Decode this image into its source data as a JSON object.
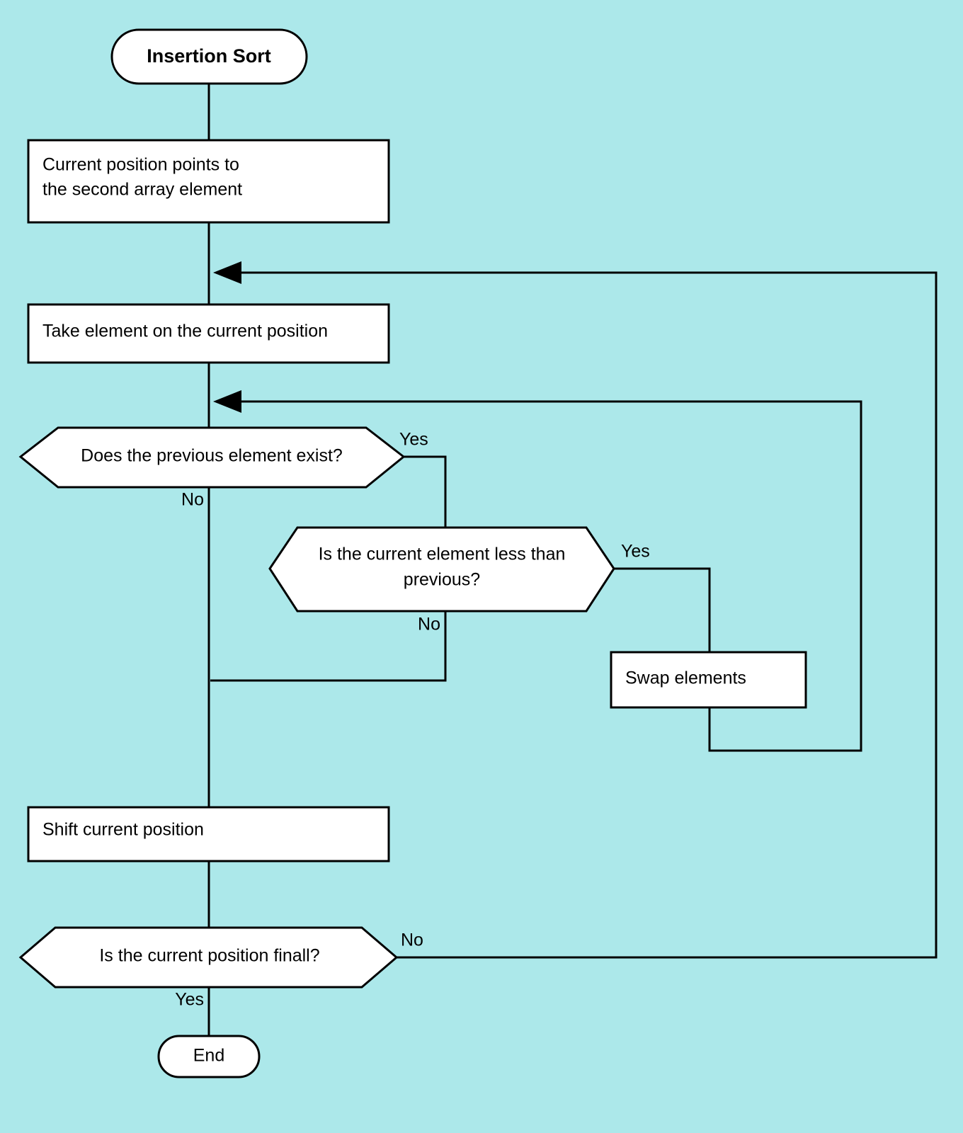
{
  "diagram": {
    "title": "Insertion Sort",
    "background_color": "#ace8ea",
    "node_fill": "#ffffff",
    "stroke_color": "#000000",
    "type": "flowchart"
  },
  "nodes": {
    "start": {
      "label": "Insertion Sort",
      "shape": "stadium"
    },
    "init": {
      "line1": "Current position points to",
      "line2": "the second array element",
      "shape": "rectangle"
    },
    "take": {
      "label": "Take element on the current position",
      "shape": "rectangle"
    },
    "decision_prev": {
      "label": "Does the previous element exist?",
      "shape": "hexagon"
    },
    "decision_less": {
      "line1": "Is the current element less than",
      "line2": "previous?",
      "shape": "hexagon"
    },
    "swap": {
      "label": "Swap elements",
      "shape": "rectangle"
    },
    "shift": {
      "label": "Shift current position",
      "shape": "rectangle"
    },
    "decision_final": {
      "label": "Is the current position finall?",
      "shape": "hexagon"
    },
    "end": {
      "label": "End",
      "shape": "stadium"
    }
  },
  "edge_labels": {
    "prev_yes": "Yes",
    "prev_no": "No",
    "less_yes": "Yes",
    "less_no": "No",
    "final_no": "No",
    "final_yes": "Yes"
  }
}
